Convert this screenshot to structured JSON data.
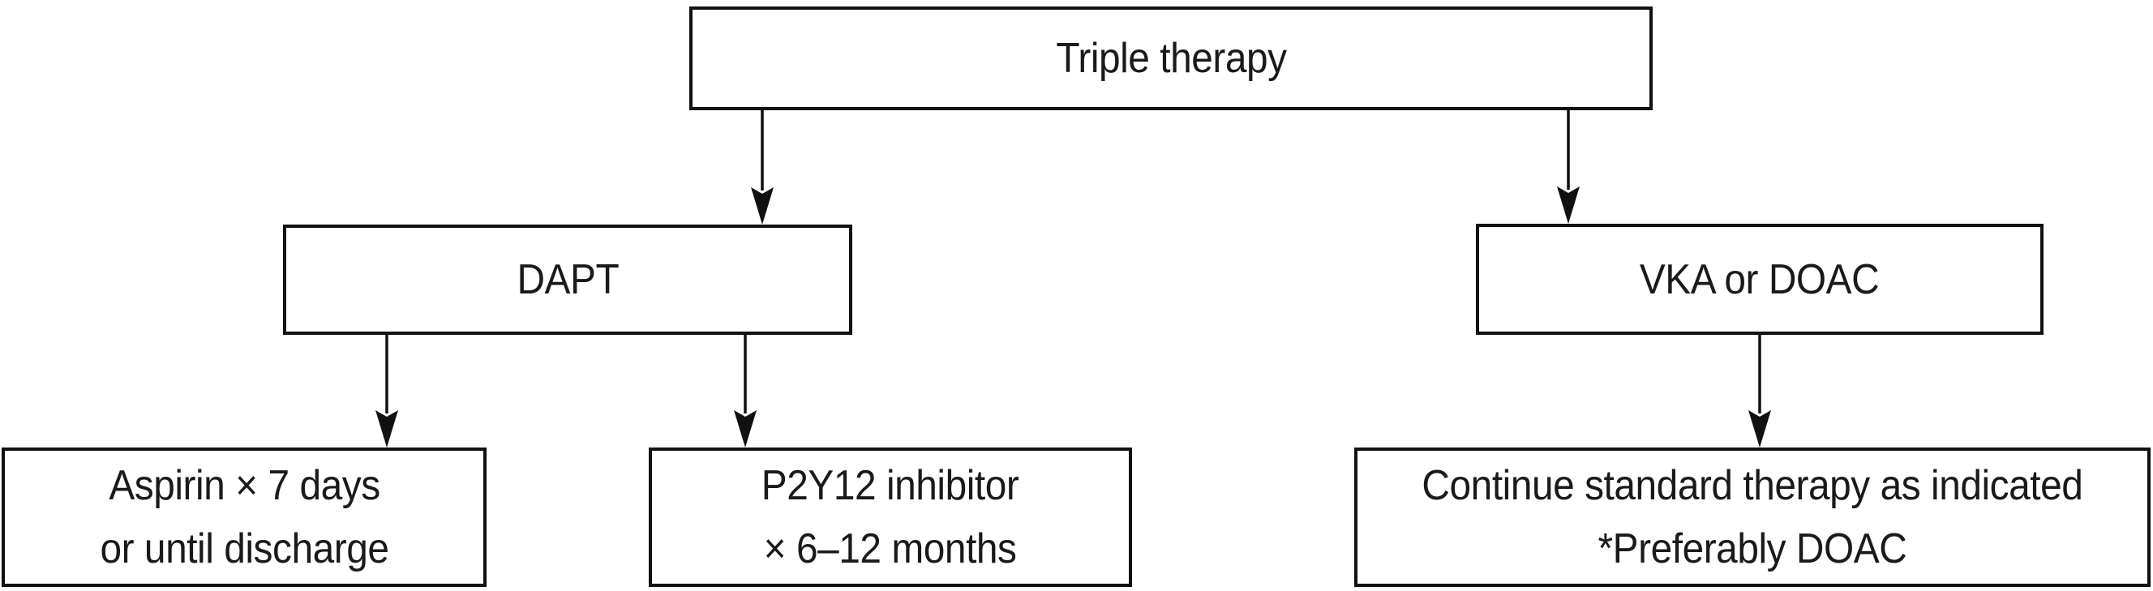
{
  "diagram": {
    "type": "flowchart",
    "colors": {
      "background": "#ffffff",
      "box_border": "#111111",
      "text": "#1a1a1a",
      "arrow": "#111111"
    },
    "nodes": {
      "triple_therapy": {
        "label": "Triple therapy"
      },
      "dapt": {
        "label": "DAPT"
      },
      "vka_or_doac": {
        "label": "VKA or DOAC"
      },
      "aspirin": {
        "line1": "Aspirin × 7 days",
        "line2": "or until discharge"
      },
      "p2y12": {
        "line1": "P2Y12 inhibitor",
        "line2": "× 6–12 months"
      },
      "continue_standard": {
        "line1": "Continue standard therapy as indicated",
        "line2": "*Preferably DOAC"
      }
    },
    "edges": [
      {
        "from": "triple_therapy",
        "to": "dapt"
      },
      {
        "from": "triple_therapy",
        "to": "vka_or_doac"
      },
      {
        "from": "dapt",
        "to": "aspirin"
      },
      {
        "from": "dapt",
        "to": "p2y12"
      },
      {
        "from": "vka_or_doac",
        "to": "continue_standard"
      }
    ]
  }
}
